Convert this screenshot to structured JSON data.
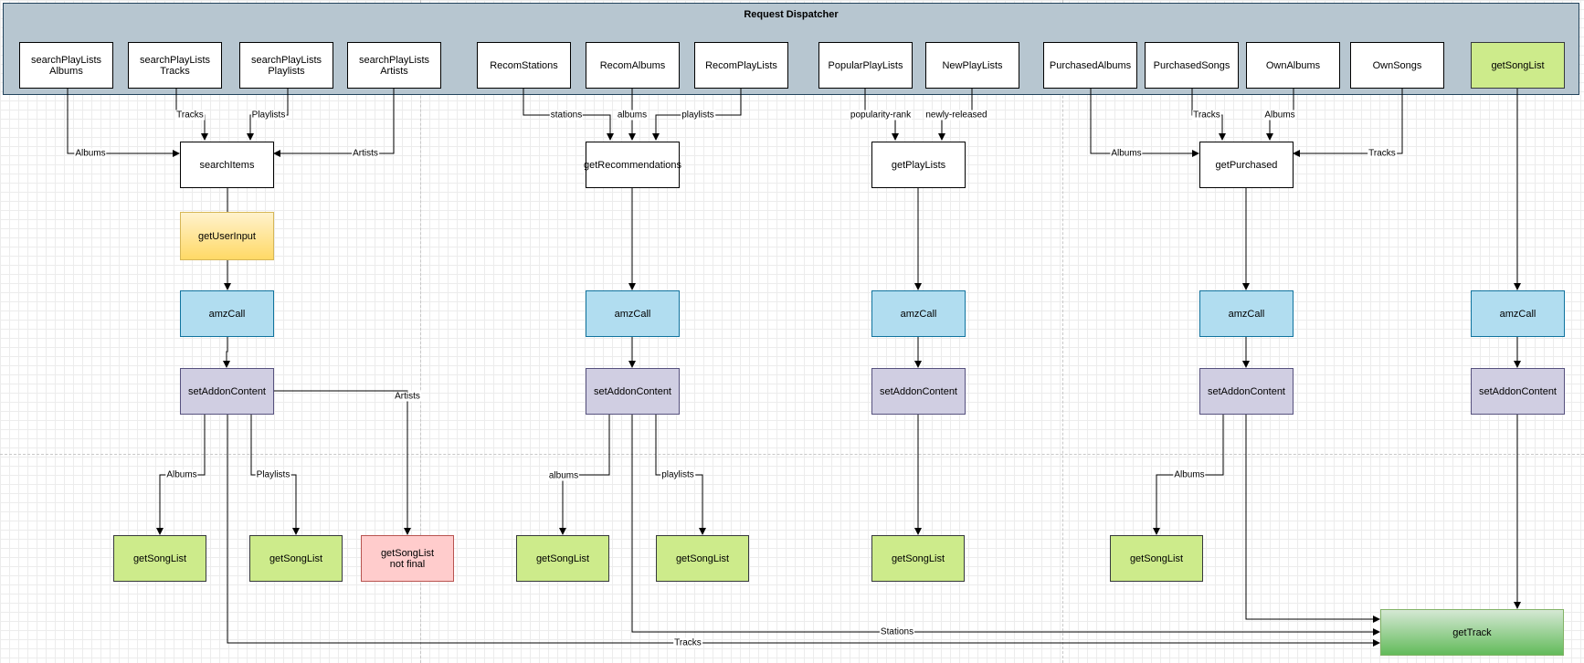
{
  "dispatcher": {
    "title": "Request Dispatcher"
  },
  "nodes": {
    "search_playlists_albums": "searchPlayLists\nAlbums",
    "search_playlists_tracks": "searchPlayLists\nTracks",
    "search_playlists_playlists": "searchPlayLists\nPlaylists",
    "search_playlists_artists": "searchPlayLists\nArtists",
    "recom_stations": "RecomStations",
    "recom_albums": "RecomAlbums",
    "recom_playlists": "RecomPlayLists",
    "popular_playlists": "PopularPlayLists",
    "new_playlists": "NewPlayLists",
    "purchased_albums": "PurchasedAlbums",
    "purchased_songs": "PurchasedSongs",
    "own_albums": "OwnAlbums",
    "own_songs": "OwnSongs",
    "get_song_list_top": "getSongList",
    "search_items": "searchItems",
    "get_recommendations": "getRecommendations",
    "get_playlists": "getPlayLists",
    "get_purchased": "getPurchased",
    "get_user_input": "getUserInput",
    "amz_call": "amzCall",
    "set_addon_content": "setAddonContent",
    "get_song_list": "getSongList",
    "get_song_list_not_final": "getSongList\nnot final",
    "get_track": "getTrack"
  },
  "edge_labels": {
    "tracks": "Tracks",
    "playlists": "Playlists",
    "albums_cap": "Albums",
    "artists": "Artists",
    "stations_lower": "stations",
    "albums_lower": "albums",
    "playlists_lower": "playlists",
    "popularity_rank": "popularity-rank",
    "newly_released": "newly-released",
    "stations_cap": "Stations"
  }
}
